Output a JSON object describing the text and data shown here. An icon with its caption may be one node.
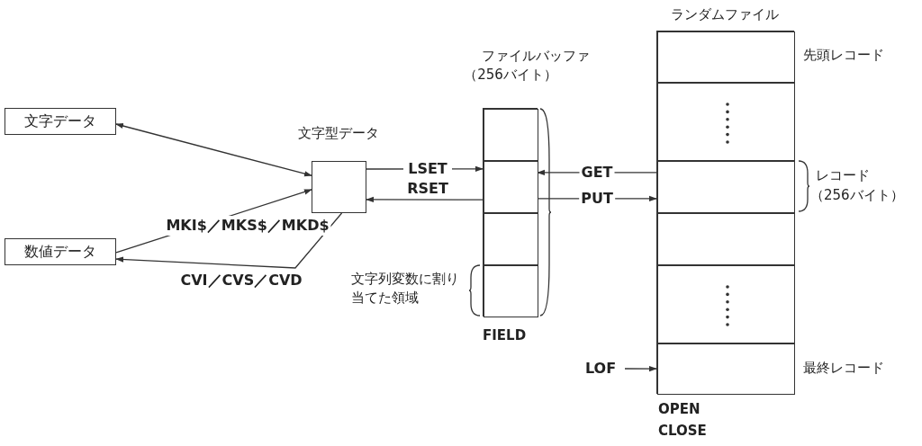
{
  "diagram": {
    "nodes": [
      {
        "text": [
          "文字データ"
        ]
      },
      {
        "text": [
          "数値データ"
        ]
      },
      {
        "text": [
          "文字型データ"
        ]
      },
      {
        "text": [
          "ファイルバッファ",
          "（256バイト）"
        ],
        "beside": [
          "FIELD"
        ]
      },
      {
        "text": [],
        "shape": "box",
        "in": 3
      },
      {
        "text": [],
        "shape": "box",
        "in": 3
      },
      {
        "text": [],
        "shape": "box",
        "in": 3
      },
      {
        "text": [],
        "shape": "box",
        "in": 3
      },
      {
        "text": [
          "ランダムファイル"
        ],
        "beside": [
          "OPEN",
          "CLOSE"
        ]
      },
      {
        "text": [],
        "shape": "box",
        "in": 8,
        "beside": [
          "先頭レコード"
        ]
      },
      {
        "text": [],
        "shape": "box",
        "in": 8
      },
      {
        "text": [],
        "shape": "box",
        "in": 8,
        "beside": [
          "レコード",
          "（256バイト）"
        ]
      },
      {
        "text": [],
        "shape": "box",
        "in": 8
      },
      {
        "text": [],
        "shape": "box",
        "in": 8
      },
      {
        "text": [],
        "shape": "box",
        "in": 8,
        "beside": [
          "最終レコード"
        ]
      }
    ],
    "edges": [
      {
        "from": 0,
        "to": 2,
        "arrow": "both"
      },
      {
        "from": 1,
        "to": 2,
        "arrow": "to",
        "label": "MKI$／MKS$／MKD$"
      },
      {
        "from": 2,
        "to": 1,
        "arrow": "to",
        "label": "CVI／CVS／CVD"
      },
      {
        "from": 2,
        "to": 5,
        "arrow": "to",
        "label": "LSET RSET"
      },
      {
        "from": 5,
        "to": 2,
        "arrow": "to"
      },
      {
        "from": 11,
        "to": 5,
        "arrow": "to",
        "label": "GET"
      },
      {
        "from": 5,
        "to": 11,
        "arrow": "to",
        "label": "PUT"
      },
      {
        "from": null,
        "to": 14,
        "arrow": "to",
        "label": "LOF"
      }
    ],
    "labels": [
      "文字列変数に割り当てた領域"
    ]
  }
}
